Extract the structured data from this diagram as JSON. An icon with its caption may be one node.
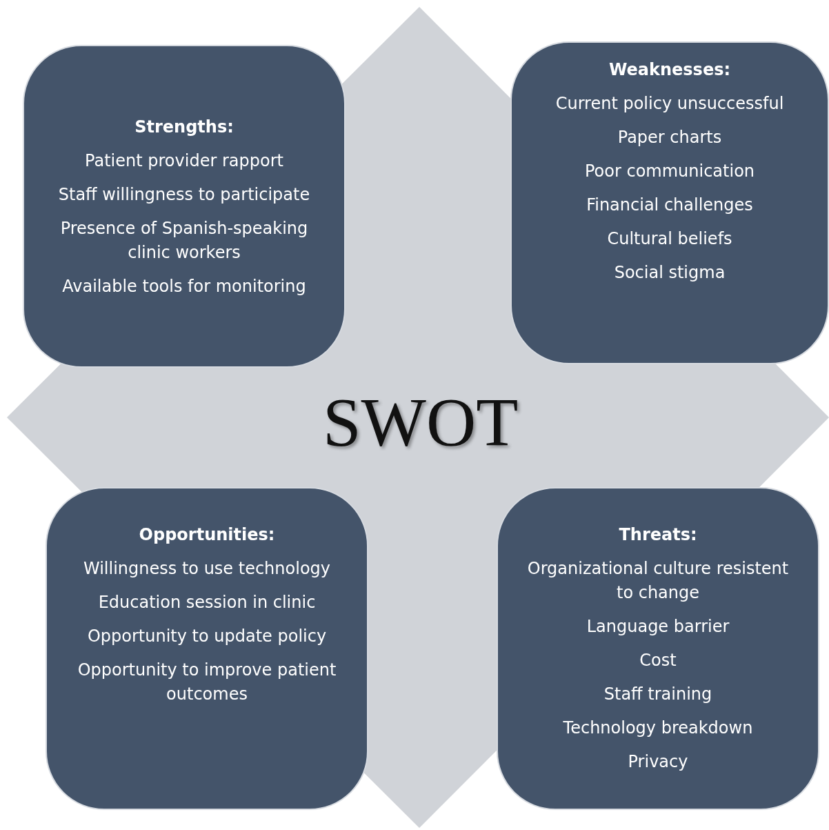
{
  "diagram": {
    "nodes": [
      {
        "text": [
          "SWOT"
        ]
      },
      {
        "text": [
          "Strengths:",
          "Patient provider rapport",
          "Staff willingness to participate",
          "Presence of Spanish-speaking clinic workers",
          "Available tools for monitoring"
        ]
      },
      {
        "text": [
          "Weaknesses:",
          "Current policy unsuccessful",
          "Paper charts",
          "Poor communication",
          "Financial challenges",
          "Cultural beliefs",
          "Social stigma"
        ]
      },
      {
        "text": [
          "Opportunities:",
          "Willingness to use technology",
          "Education session in clinic",
          "Opportunity to update policy",
          "Opportunity to improve patient outcomes"
        ]
      },
      {
        "text": [
          "Threats:",
          "Organizational culture resistent to change",
          "Language barrier",
          "Cost",
          "Staff training",
          "Technology breakdown",
          "Privacy"
        ]
      }
    ]
  }
}
